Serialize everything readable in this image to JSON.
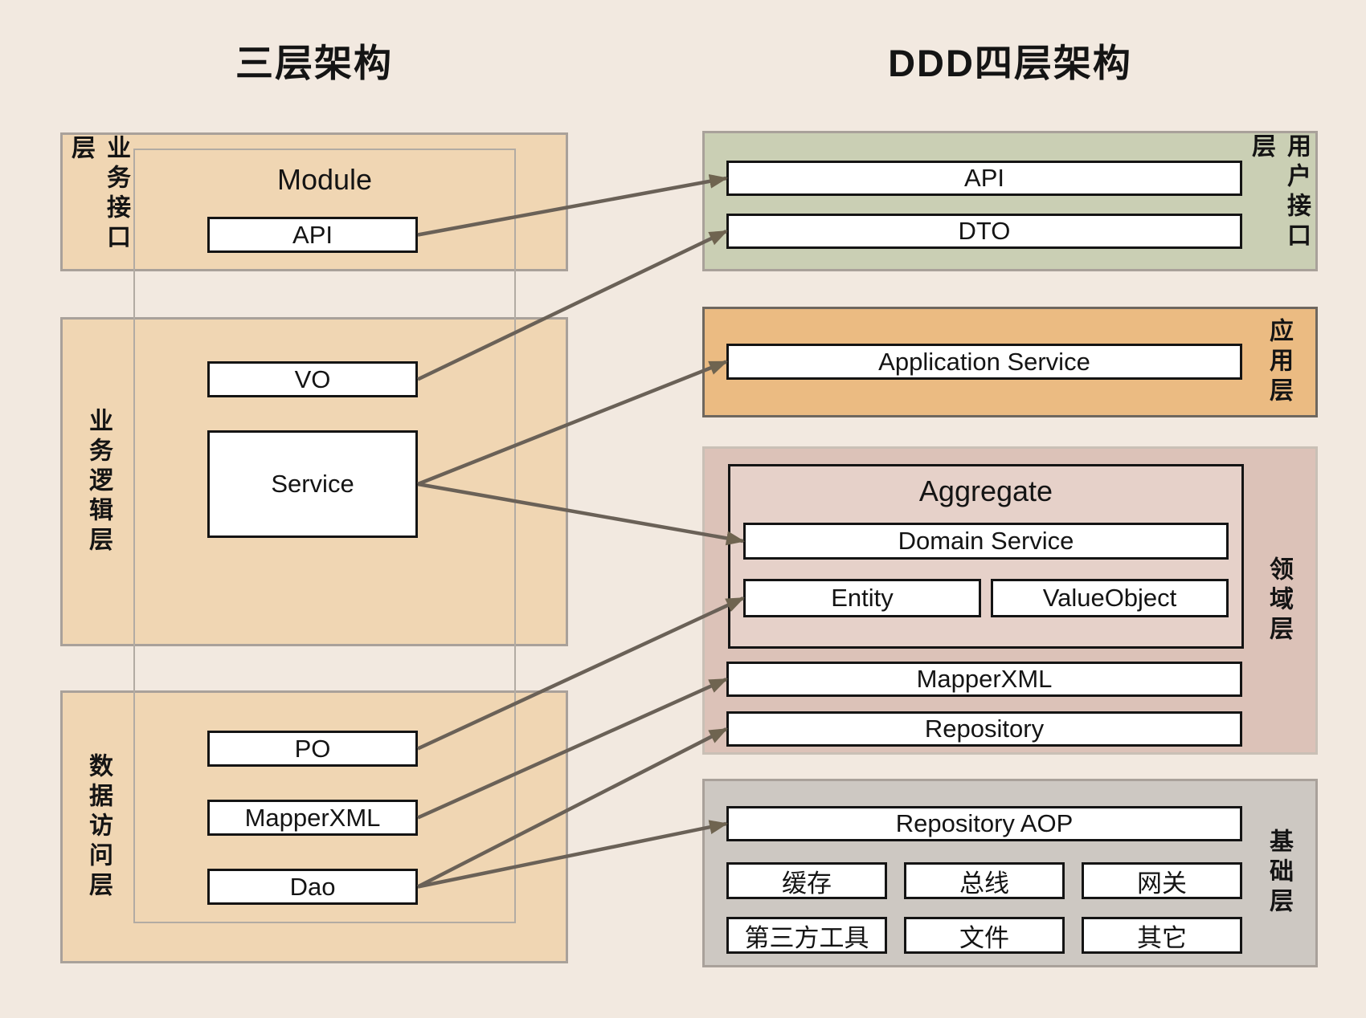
{
  "left": {
    "title": "三层架构",
    "module_label": "Module",
    "layers": [
      {
        "label": "业务接口层"
      },
      {
        "label": "业务逻辑层"
      },
      {
        "label": "数据访问层"
      }
    ],
    "boxes": [
      {
        "id": "left-api",
        "label": "API"
      },
      {
        "id": "left-vo",
        "label": "VO"
      },
      {
        "id": "left-service",
        "label": "Service"
      },
      {
        "id": "left-po",
        "label": "PO"
      },
      {
        "id": "left-mapperxml",
        "label": "MapperXML"
      },
      {
        "id": "left-dao",
        "label": "Dao"
      }
    ]
  },
  "right": {
    "title": "DDD四层架构",
    "ui": {
      "label": "用户接口层",
      "boxes": [
        {
          "id": "right-api",
          "label": "API"
        },
        {
          "id": "right-dto",
          "label": "DTO"
        }
      ]
    },
    "app": {
      "label": "应用层",
      "boxes": [
        {
          "id": "right-app-service",
          "label": "Application Service"
        }
      ]
    },
    "domain": {
      "label": "领域层",
      "aggregate_label": "Aggregate",
      "aggregate_boxes": [
        {
          "id": "right-domain-service",
          "label": "Domain Service"
        },
        {
          "id": "right-entity",
          "label": "Entity"
        },
        {
          "id": "right-valueobject",
          "label": "ValueObject"
        }
      ],
      "boxes": [
        {
          "id": "right-mapperxml",
          "label": "MapperXML"
        },
        {
          "id": "right-repository",
          "label": "Repository"
        }
      ]
    },
    "infra": {
      "label": "基础层",
      "boxes": [
        {
          "id": "right-repo-aop",
          "label": "Repository AOP"
        },
        {
          "id": "infra-cache",
          "label": "缓存"
        },
        {
          "id": "infra-bus",
          "label": "总线"
        },
        {
          "id": "infra-gateway",
          "label": "网关"
        },
        {
          "id": "infra-thirdparty",
          "label": "第三方工具"
        },
        {
          "id": "infra-file",
          "label": "文件"
        },
        {
          "id": "infra-other",
          "label": "其它"
        }
      ]
    }
  },
  "arrows": [
    {
      "from": "left-api",
      "to": "right-api"
    },
    {
      "from": "left-vo",
      "to": "right-dto"
    },
    {
      "from": "left-service",
      "to": "right-app-service"
    },
    {
      "from": "left-service",
      "to": "right-domain-service"
    },
    {
      "from": "left-po",
      "to": "right-entity"
    },
    {
      "from": "left-mapperxml",
      "to": "right-mapperxml"
    },
    {
      "from": "left-dao",
      "to": "right-repository"
    },
    {
      "from": "left-dao",
      "to": "right-repo-aop"
    }
  ],
  "colors": {
    "bg": "#f2e9e0",
    "tan": "#f0d6b3",
    "green": "#cacfb4",
    "orange": "#ebbb82",
    "orange-border": "#6e675f",
    "pink": "#dcc2b8",
    "pink-border": "#c9c0b6",
    "aggregate": "#e6d1c9",
    "gray": "#cdc8c2",
    "layer-border": "#a9a19a",
    "module-border": "#b2aba3",
    "box-border": "#141414",
    "arrow": "#6a6157",
    "arrow-head": "#6f6450",
    "text": "#141414"
  }
}
